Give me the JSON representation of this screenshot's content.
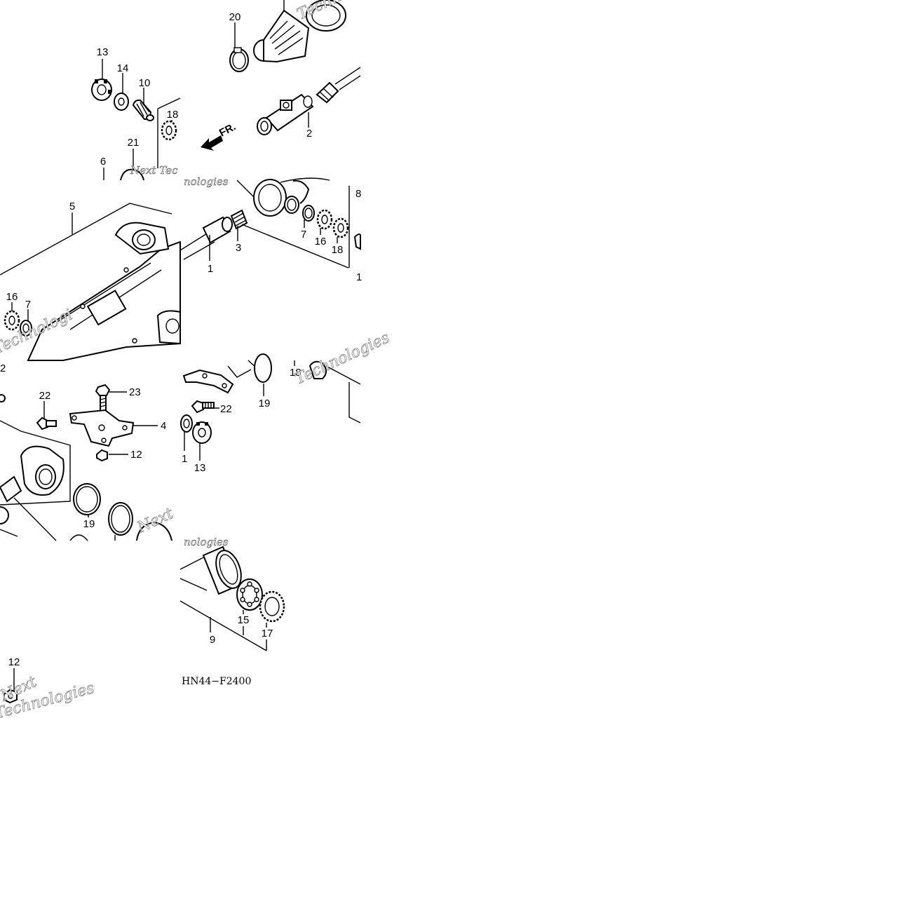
{
  "diagram": {
    "code": "HN44−F2400",
    "front_marker": "FR.",
    "watermark_lines": [
      "Next",
      "Technologies",
      "Next Tec",
      "Technologi",
      "nologies"
    ],
    "callouts": {
      "c20": "20",
      "c13a": "13",
      "c14": "14",
      "c10": "10",
      "c18a": "18",
      "c21": "21",
      "c6": "6",
      "c2a": "2",
      "c5": "5",
      "c16a": "16",
      "c7a": "7",
      "c3": "3",
      "c1a": "1",
      "c7b": "7",
      "c16b": "16",
      "c18b": "18",
      "c8": "8",
      "c1b": "1",
      "c2b": "2",
      "c22a": "22",
      "c23": "23",
      "c4": "4",
      "c12a": "12",
      "c19a": "19",
      "c22b": "22",
      "c19b": "19",
      "c18c": "18",
      "c1c": "1",
      "c13b": "13",
      "c15": "15",
      "c17": "17",
      "c9": "9",
      "c12b": "12"
    }
  }
}
